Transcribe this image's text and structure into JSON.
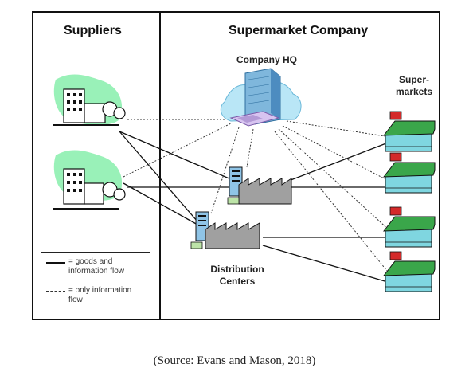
{
  "sections": {
    "suppliers": "Suppliers",
    "company": "Supermarket Company"
  },
  "labels": {
    "hq": "Company HQ",
    "supermarkets_line1": "Super-",
    "supermarkets_line2": "markets",
    "dc_line1": "Distribution",
    "dc_line2": "Centers"
  },
  "legend": {
    "solid": "= goods and information flow",
    "dotted": "= only information flow"
  },
  "caption": "(Source: Evans and Mason, 2018)",
  "colors": {
    "border": "#111111",
    "building_fill": "#7fd6e0",
    "green_splash": "#8ef0b0",
    "factory": "#9a9a9a",
    "store_roof": "#3aa64a",
    "store_sign": "#d42a2a"
  }
}
